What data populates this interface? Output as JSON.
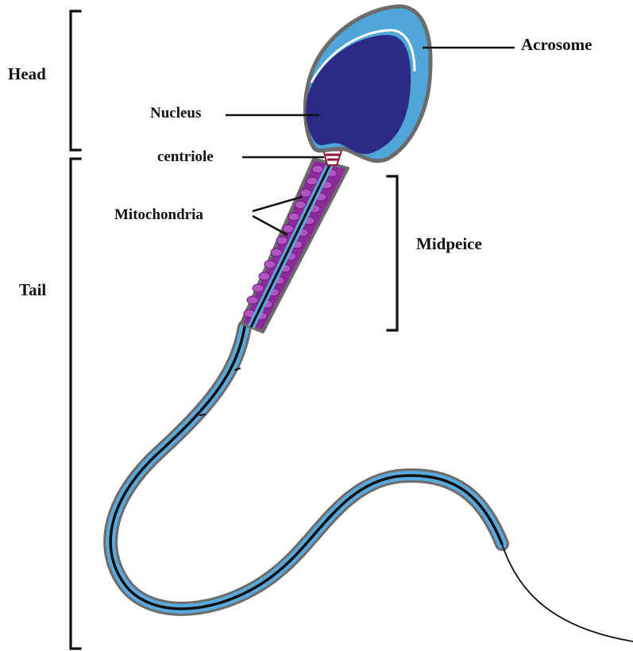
{
  "labels": {
    "head": "Head",
    "tail": "Tail",
    "acrosome": "Acrosome",
    "nucleus": "Nucleus",
    "centriole": "centriole",
    "mitochondria": "Mitochondria",
    "midpiece": "Midpeice"
  },
  "colors": {
    "nucleus": "#2b2a86",
    "acrosome": "#4fa6d8",
    "membrane_outline": "#6b6b6b",
    "acrosome_highlight": "#ffffff",
    "mitochondria": "#8e2b9a",
    "axoneme_sheath": "#5aa9dc",
    "axoneme_core": "#111111",
    "centriole": "#8b1838",
    "leader_lines": "#111111"
  }
}
